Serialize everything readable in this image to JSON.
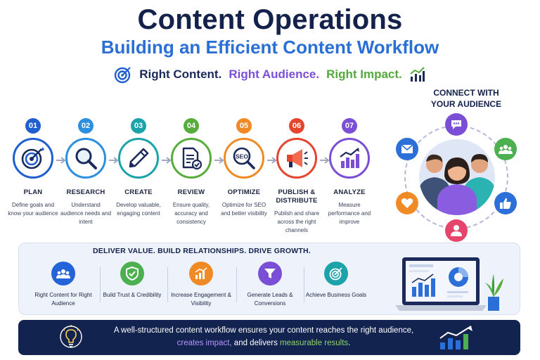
{
  "header": {
    "title": "Content Operations",
    "subtitle": "Building an Efficient Content Workflow",
    "tagline": {
      "part1": "Right Content.",
      "part2": "Right Audience.",
      "part3": "Right Impact."
    }
  },
  "steps": [
    {
      "num": "01",
      "title": "PLAN",
      "desc": "Define goals and know your audience",
      "color": "#1f5fcf",
      "icon": "target-icon"
    },
    {
      "num": "02",
      "title": "RESEARCH",
      "desc": "Understand audience needs and intent",
      "color": "#2d8fe0",
      "icon": "magnifier-icon"
    },
    {
      "num": "03",
      "title": "CREATE",
      "desc": "Develop valuable, engaging content",
      "color": "#1aa3a8",
      "icon": "pen-icon"
    },
    {
      "num": "04",
      "title": "REVIEW",
      "desc": "Ensure quality, accuracy and consistency",
      "color": "#57ad3c",
      "icon": "document-check-icon"
    },
    {
      "num": "05",
      "title": "OPTIMIZE",
      "desc": "Optimize for SEO and better visibility",
      "color": "#f08a24",
      "icon": "seo-icon"
    },
    {
      "num": "06",
      "title": "PUBLISH & DISTRIBUTE",
      "desc": "Publish and share across the right channels",
      "color": "#e5452f",
      "icon": "megaphone-icon"
    },
    {
      "num": "07",
      "title": "ANALYZE",
      "desc": "Measure performance and improve",
      "color": "#7a4fd6",
      "icon": "growth-chart-icon"
    }
  ],
  "audience": {
    "title_line1": "CONNECT WITH",
    "title_line2": "YOUR AUDIENCE"
  },
  "values": {
    "title": "DELIVER VALUE. BUILD RELATIONSHIPS. DRIVE GROWTH.",
    "items": [
      {
        "label": "Right Content for Right Audience",
        "color": "#2563d8",
        "icon": "group-icon"
      },
      {
        "label": "Build Trust & Credibility",
        "color": "#4caf50",
        "icon": "shield-check-icon"
      },
      {
        "label": "Increase Engagement & Visibility",
        "color": "#f08a24",
        "icon": "bar-growth-icon"
      },
      {
        "label": "Generate Leads & Conversions",
        "color": "#7a4fd6",
        "icon": "funnel-icon"
      },
      {
        "label": "Achieve Business Goals",
        "color": "#1aa3a8",
        "icon": "target-icon"
      }
    ]
  },
  "bottom": {
    "line1": "A well-structured content workflow ensures your content reaches the right audience,",
    "line2_a": "creates impact,",
    "line2_b": " and delivers ",
    "line2_c": "measurable results",
    "line2_d": "."
  }
}
